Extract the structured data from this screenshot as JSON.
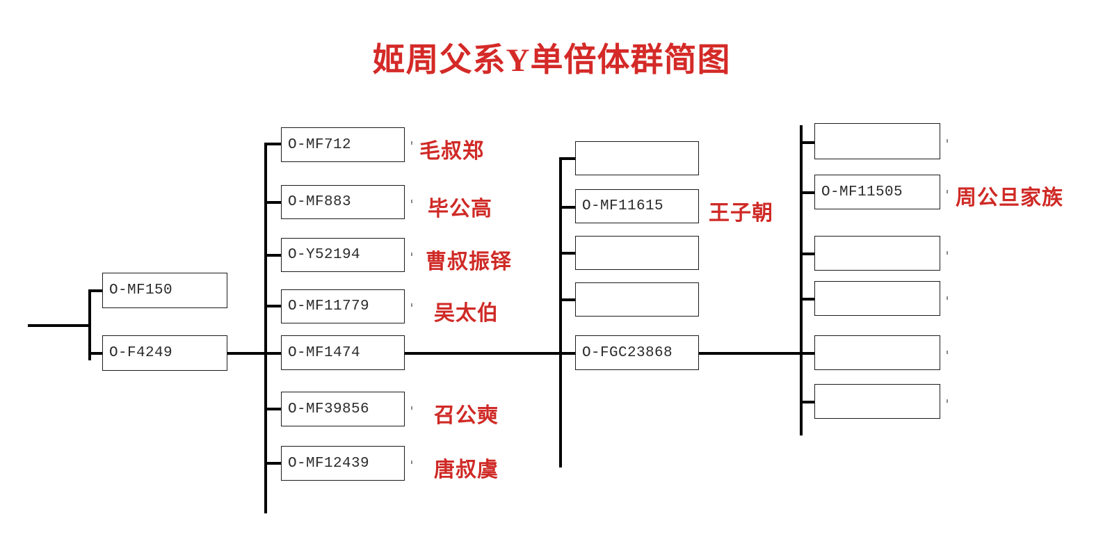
{
  "title": "姬周父系Y单倍体群简图",
  "theme": {
    "title_color": "#d42a28",
    "annotation_color": "#cf2a26",
    "box_border_color": "#1a1a1a",
    "line_color": "#000000",
    "node_text_color": "#2b2b2b",
    "background": "#ffffff"
  },
  "columns": [
    {
      "name": "column-1-root",
      "nodes": [
        {
          "id": "c1n1",
          "label": "O-MF150",
          "annotation": ""
        },
        {
          "id": "c1n2",
          "label": "O-F4249",
          "annotation": ""
        }
      ]
    },
    {
      "name": "column-2",
      "nodes": [
        {
          "id": "c2n1",
          "label": "O-MF712",
          "annotation": "毛叔郑"
        },
        {
          "id": "c2n2",
          "label": "O-MF883",
          "annotation": "毕公高"
        },
        {
          "id": "c2n3",
          "label": "O-Y52194",
          "annotation": "曹叔振铎"
        },
        {
          "id": "c2n4",
          "label": "O-MF11779",
          "annotation": "吴太伯"
        },
        {
          "id": "c2n5",
          "label": "O-MF1474",
          "annotation": ""
        },
        {
          "id": "c2n6",
          "label": "O-MF39856",
          "annotation": "召公奭"
        },
        {
          "id": "c2n7",
          "label": "O-MF12439",
          "annotation": "唐叔虞"
        }
      ]
    },
    {
      "name": "column-3",
      "nodes": [
        {
          "id": "c3n1",
          "label": "",
          "annotation": ""
        },
        {
          "id": "c3n2",
          "label": "O-MF11615",
          "annotation": "王子朝"
        },
        {
          "id": "c3n3",
          "label": "",
          "annotation": ""
        },
        {
          "id": "c3n4",
          "label": "",
          "annotation": ""
        },
        {
          "id": "c3n5",
          "label": "O-FGC23868",
          "annotation": ""
        }
      ]
    },
    {
      "name": "column-4",
      "nodes": [
        {
          "id": "c4n1",
          "label": "",
          "annotation": ""
        },
        {
          "id": "c4n2",
          "label": "O-MF11505",
          "annotation": "周公旦家族"
        },
        {
          "id": "c4n3",
          "label": "",
          "annotation": ""
        },
        {
          "id": "c4n4",
          "label": "",
          "annotation": ""
        },
        {
          "id": "c4n5",
          "label": "",
          "annotation": ""
        },
        {
          "id": "c4n6",
          "label": "",
          "annotation": ""
        }
      ]
    }
  ]
}
